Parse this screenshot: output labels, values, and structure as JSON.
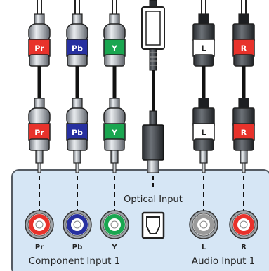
{
  "colors": {
    "panel_fill": "#d6e6f5",
    "panel_stroke": "#555b63",
    "pr_red": "#e8322b",
    "pb_blue": "#2730a0",
    "y_green": "#1aa650",
    "audio_white": "#ffffff",
    "audio_red": "#e8322b"
  },
  "cables": [
    {
      "id": "pr",
      "label": "Pr",
      "band_color": "#e8322b",
      "label_color": "#ffffff"
    },
    {
      "id": "pb",
      "label": "Pb",
      "band_color": "#2730a0",
      "label_color": "#ffffff"
    },
    {
      "id": "y",
      "label": "Y",
      "band_color": "#1aa650",
      "label_color": "#ffffff"
    },
    {
      "id": "l",
      "label": "L",
      "band_color": "#ffffff",
      "label_color": "#222222"
    },
    {
      "id": "r",
      "label": "R",
      "band_color": "#e8322b",
      "label_color": "#ffffff"
    }
  ],
  "ports": [
    {
      "label": "Pr",
      "ring_color": "#e8322b"
    },
    {
      "label": "Pb",
      "ring_color": "#2730a0"
    },
    {
      "label": "Y",
      "ring_color": "#1aa650"
    },
    {
      "label": "L",
      "ring_color": "#9a9a9a"
    },
    {
      "label": "R",
      "ring_color": "#e8322b"
    }
  ],
  "labels": {
    "optical_input": "Optical Input",
    "component_input": "Component Input 1",
    "audio_input": "Audio Input 1"
  }
}
